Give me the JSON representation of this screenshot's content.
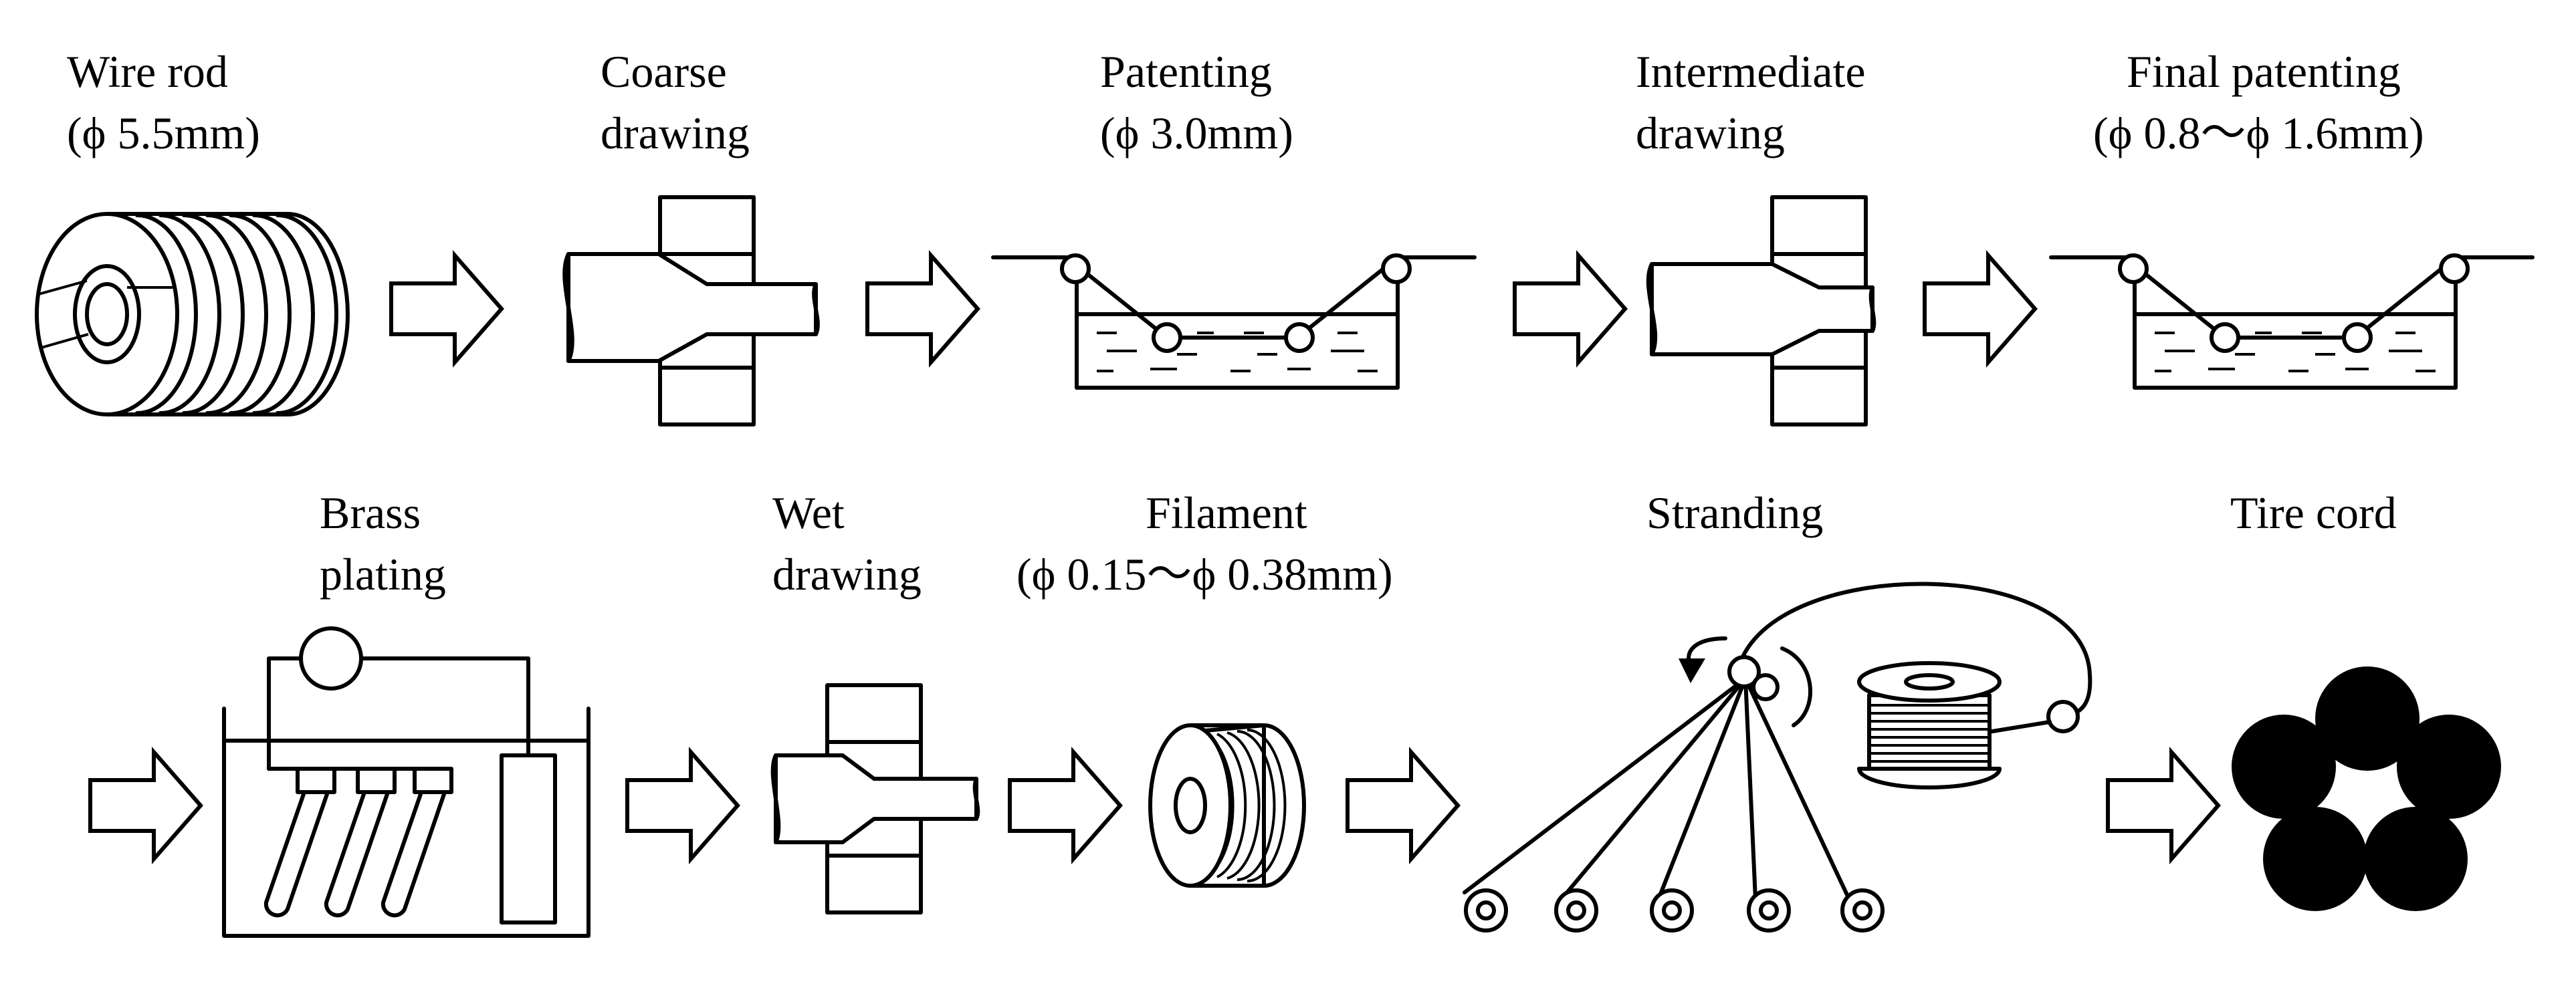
{
  "steps": {
    "wire_rod": {
      "line1": "Wire rod",
      "line2": "(ϕ 5.5mm)"
    },
    "coarse_drawing": {
      "line1": "Coarse",
      "line2": "drawing"
    },
    "patenting": {
      "line1": "Patenting",
      "line2": "(ϕ 3.0mm)"
    },
    "intermediate_drawing": {
      "line1": "Intermediate",
      "line2": "drawing"
    },
    "final_patenting": {
      "line1": "Final patenting",
      "line2": "(ϕ 0.8〜ϕ 1.6mm)"
    },
    "brass_plating": {
      "line1": "Brass",
      "line2": "plating"
    },
    "wet_drawing": {
      "line1": "Wet",
      "line2": "drawing"
    },
    "filament": {
      "line1": "Filament",
      "line2": "(ϕ 0.15〜ϕ 0.38mm)"
    },
    "stranding": {
      "line1": "Stranding"
    },
    "tire_cord": {
      "line1": "Tire cord"
    }
  }
}
